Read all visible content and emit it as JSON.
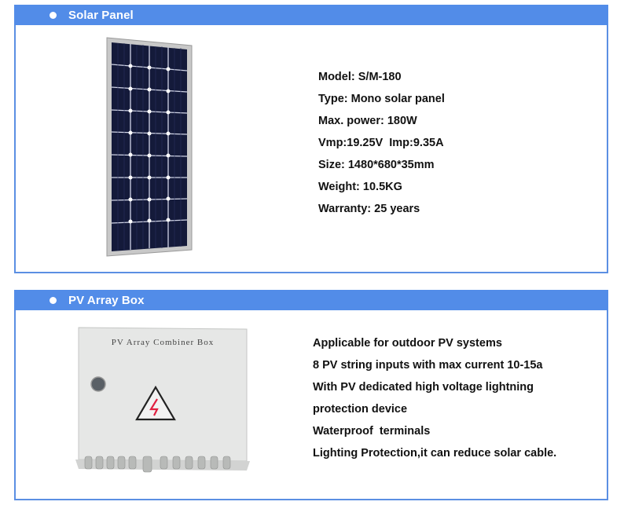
{
  "sections": [
    {
      "title": "Solar Panel",
      "image": "solar-panel-photo",
      "specs": [
        "Model: S/M-180",
        "Type: Mono solar panel",
        "Max. power: 180W",
        "Vmp:19.25V  Imp:9.35A",
        "Size: 1480*680*35mm",
        "Weight: 10.5KG",
        "Warranty: 25 years"
      ]
    },
    {
      "title": "PV Array Box",
      "image": "pv-combiner-box-photo",
      "image_label": "PV Array Combiner Box",
      "specs": [
        "Applicable for outdoor PV systems",
        "8 PV string inputs with max current 10-15a",
        "With PV dedicated high voltage lightning",
        "protection device",
        "Waterproof  terminals",
        "Lighting Protection,it can reduce solar cable."
      ]
    }
  ],
  "colors": {
    "header": "#528ce8",
    "border": "#5b8fe3"
  }
}
